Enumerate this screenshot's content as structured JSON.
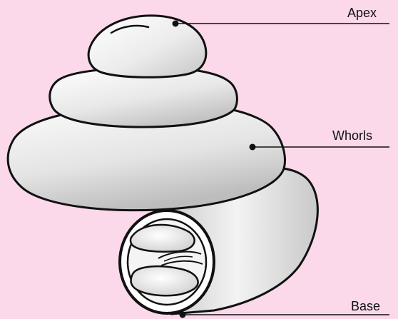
{
  "labels": {
    "apex": "Apex",
    "whorls": "Whorls",
    "base": "Base"
  },
  "colors": {
    "background": "#fbd9ea",
    "outline": "#111111",
    "shell_light": "#f6f6f6",
    "shell_shadow": "#c4c4c4"
  }
}
